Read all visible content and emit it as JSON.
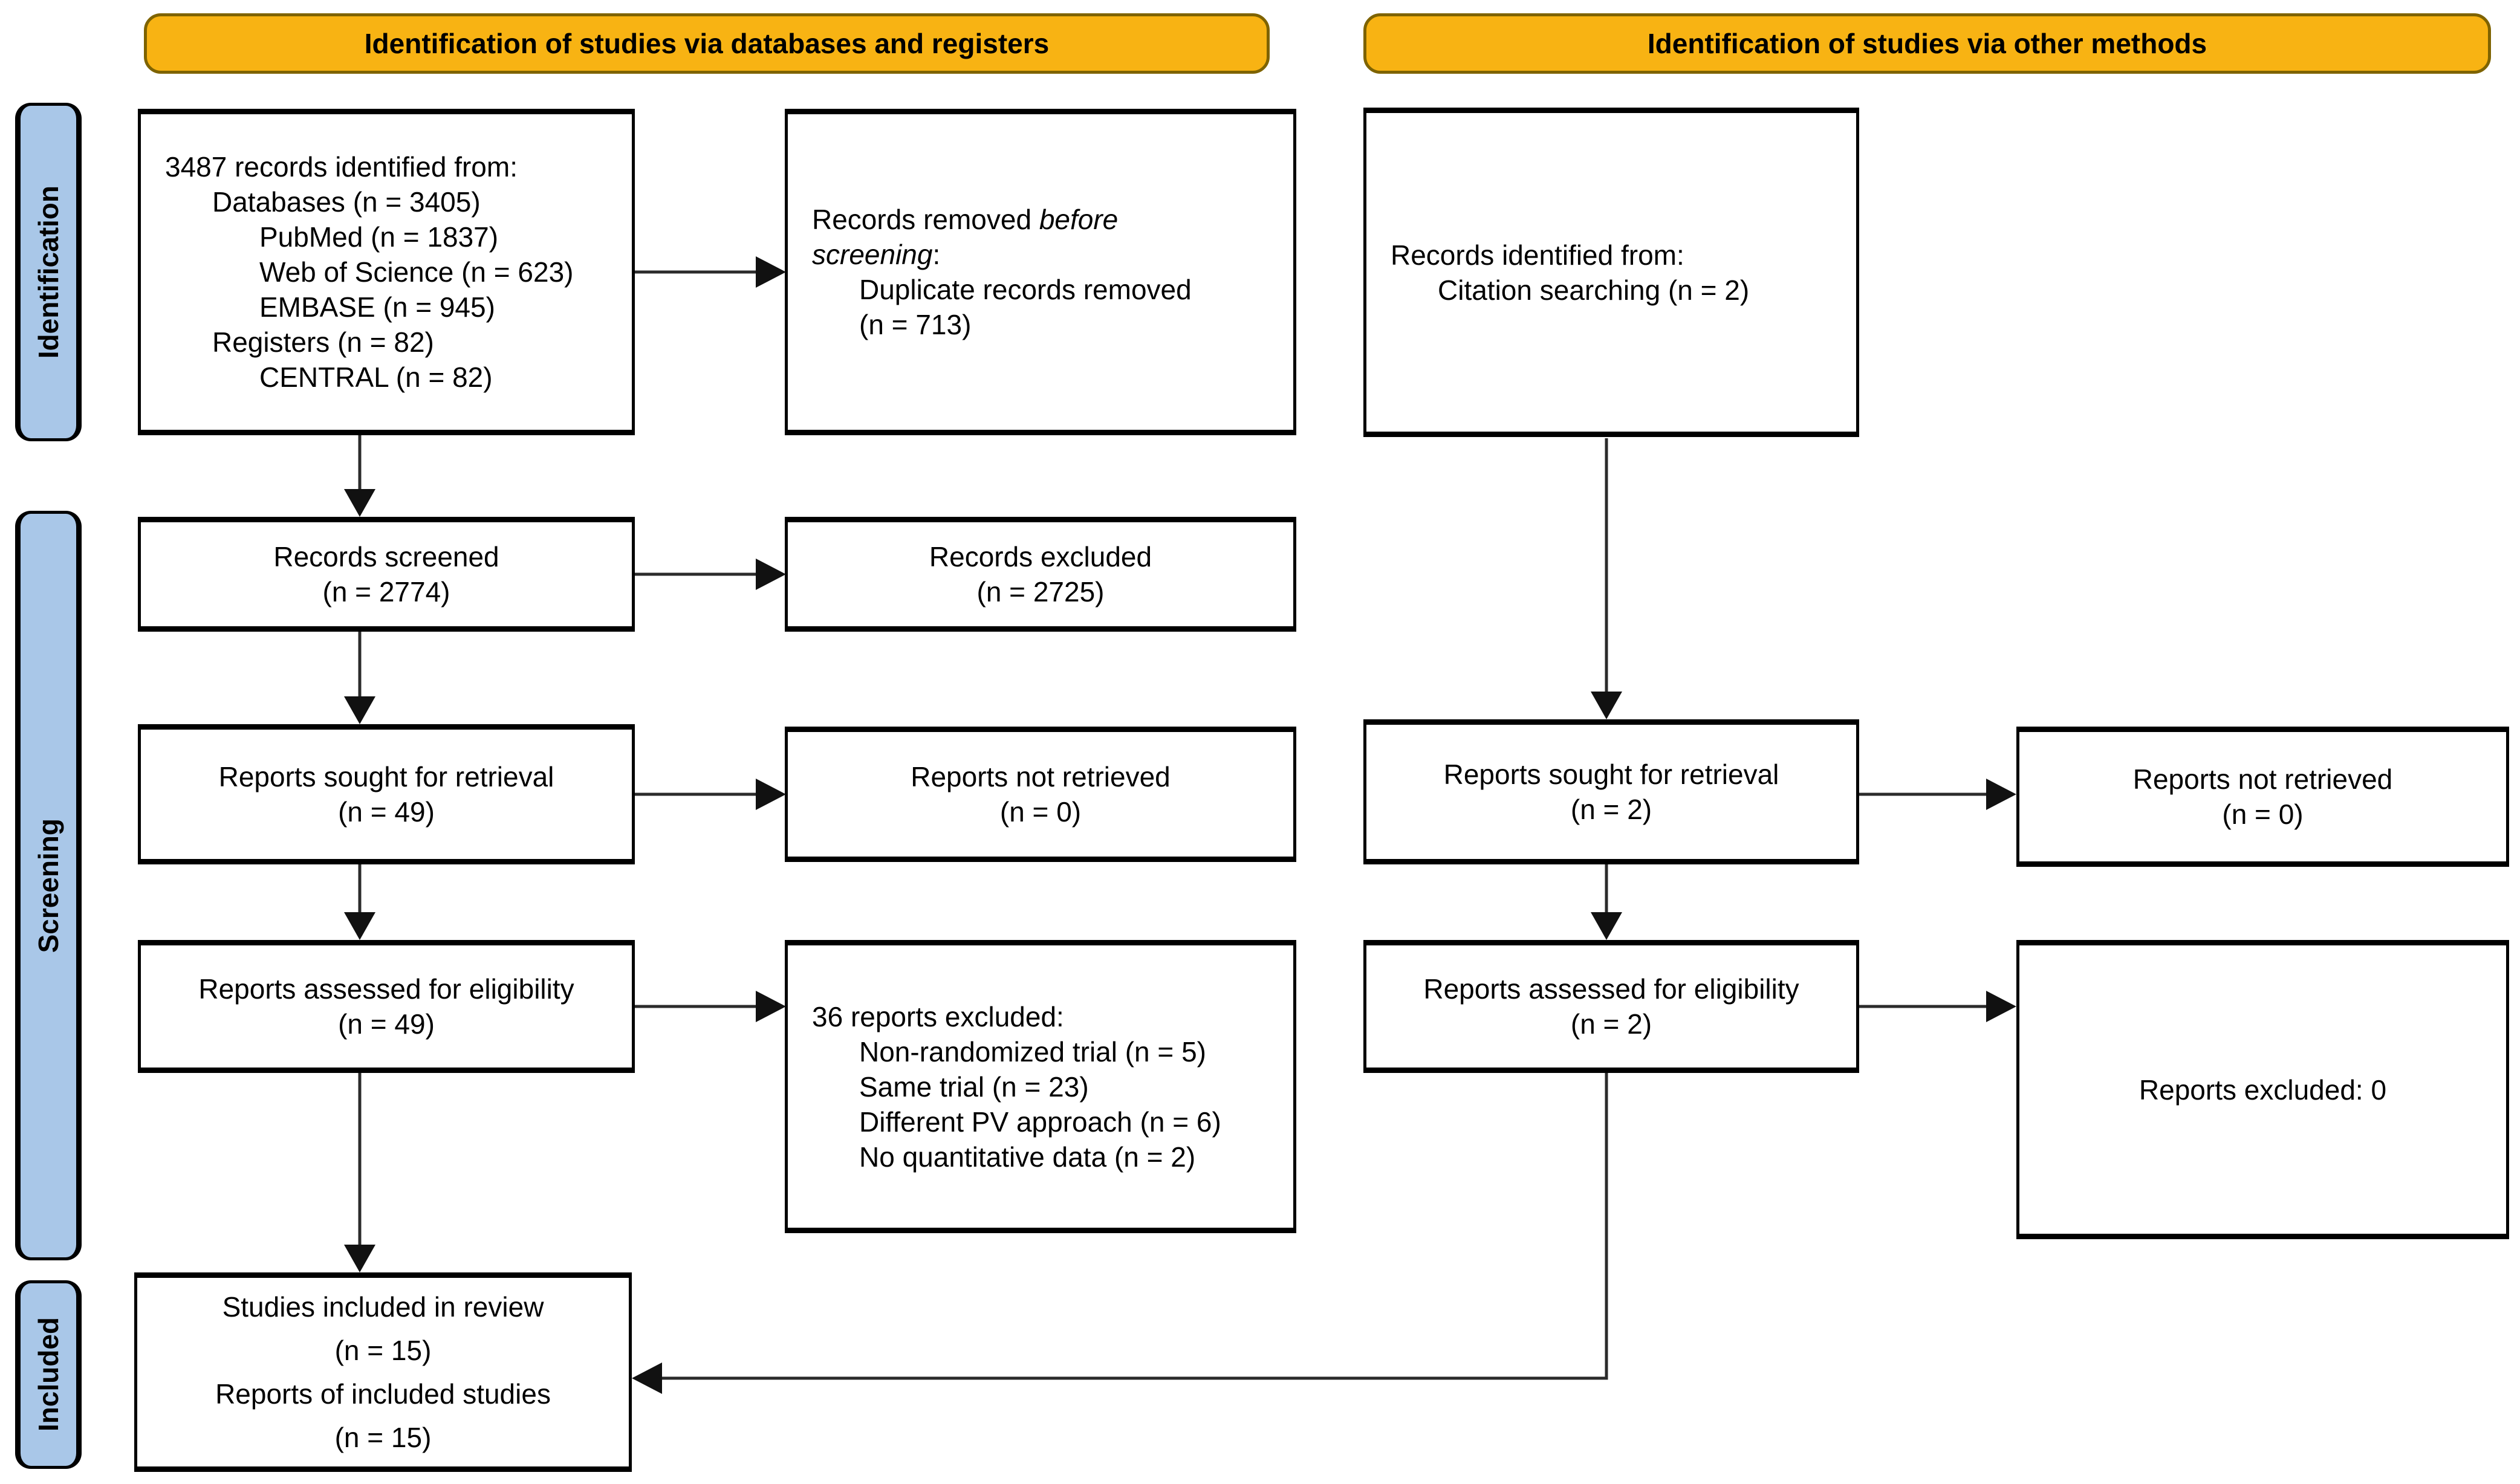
{
  "headers": {
    "left": "Identification of studies via databases and registers",
    "right": "Identification of studies via other methods"
  },
  "sidebar": {
    "identification": "Identification",
    "screening": "Screening",
    "included": "Included"
  },
  "colors": {
    "header_bg": "#F8B313",
    "header_border": "#7E6300",
    "sidebar_bg": "#A9C7E8",
    "box_border": "#000000",
    "arrow": "#2B2B2B"
  },
  "boxes": {
    "records_identified": {
      "lines": [
        {
          "indent": 0,
          "parts": [
            {
              "t": "3487 records identified from:"
            }
          ]
        },
        {
          "indent": 1,
          "parts": [
            {
              "t": "Databases (n = 3405)"
            }
          ]
        },
        {
          "indent": 2,
          "parts": [
            {
              "t": "PubMed (n = 1837)"
            }
          ]
        },
        {
          "indent": 2,
          "parts": [
            {
              "t": "Web of Science (n = 623)"
            }
          ]
        },
        {
          "indent": 2,
          "parts": [
            {
              "t": "EMBASE (n = 945)"
            }
          ]
        },
        {
          "indent": 1,
          "parts": [
            {
              "t": "Registers (n = 82)"
            }
          ]
        },
        {
          "indent": 2,
          "parts": [
            {
              "t": "CENTRAL (n = 82)"
            }
          ]
        }
      ]
    },
    "records_removed": {
      "lines": [
        {
          "indent": 0,
          "parts": [
            {
              "t": "Records removed "
            },
            {
              "t": "before",
              "i": true
            }
          ]
        },
        {
          "indent": 0,
          "parts": [
            {
              "t": "screening",
              "i": true
            },
            {
              "t": ":"
            }
          ]
        },
        {
          "indent": 1,
          "parts": [
            {
              "t": "Duplicate records removed"
            }
          ]
        },
        {
          "indent": 1,
          "parts": [
            {
              "t": "(n = 713)"
            }
          ]
        }
      ]
    },
    "records_screened": {
      "lines": [
        {
          "indent": 0,
          "parts": [
            {
              "t": "Records screened"
            }
          ]
        },
        {
          "indent": 0,
          "parts": [
            {
              "t": "(n = 2774)"
            }
          ]
        }
      ]
    },
    "records_excluded": {
      "lines": [
        {
          "indent": 0,
          "parts": [
            {
              "t": "Records excluded"
            }
          ]
        },
        {
          "indent": 0,
          "parts": [
            {
              "t": "(n = 2725)"
            }
          ]
        }
      ]
    },
    "reports_sought_db": {
      "lines": [
        {
          "indent": 0,
          "parts": [
            {
              "t": "Reports sought for retrieval"
            }
          ]
        },
        {
          "indent": 0,
          "parts": [
            {
              "t": "(n = 49)"
            }
          ]
        }
      ]
    },
    "reports_not_retrieved_db": {
      "lines": [
        {
          "indent": 0,
          "parts": [
            {
              "t": "Reports not retrieved"
            }
          ]
        },
        {
          "indent": 0,
          "parts": [
            {
              "t": "(n = 0)"
            }
          ]
        }
      ]
    },
    "reports_assessed_db": {
      "lines": [
        {
          "indent": 0,
          "parts": [
            {
              "t": "Reports assessed for eligibility"
            }
          ]
        },
        {
          "indent": 0,
          "parts": [
            {
              "t": "(n = 49)"
            }
          ]
        }
      ]
    },
    "reports_excluded_detail": {
      "lines": [
        {
          "indent": 0,
          "parts": [
            {
              "t": "36 reports excluded:"
            }
          ]
        },
        {
          "indent": 1,
          "parts": [
            {
              "t": "Non-randomized trial (n = 5)"
            }
          ]
        },
        {
          "indent": 1,
          "parts": [
            {
              "t": "Same trial (n = 23)"
            }
          ]
        },
        {
          "indent": 1,
          "parts": [
            {
              "t": "Different PV approach (n = 6)"
            }
          ]
        },
        {
          "indent": 1,
          "parts": [
            {
              "t": "No quantitative data (n = 2)"
            }
          ]
        }
      ]
    },
    "records_identified_other": {
      "lines": [
        {
          "indent": 0,
          "parts": [
            {
              "t": "Records identified from:"
            }
          ]
        },
        {
          "indent": 1,
          "parts": [
            {
              "t": "Citation searching (n = 2)"
            }
          ]
        }
      ]
    },
    "reports_sought_other": {
      "lines": [
        {
          "indent": 0,
          "parts": [
            {
              "t": "Reports sought for retrieval"
            }
          ]
        },
        {
          "indent": 0,
          "parts": [
            {
              "t": "(n = 2)"
            }
          ]
        }
      ]
    },
    "reports_not_retrieved_other": {
      "lines": [
        {
          "indent": 0,
          "parts": [
            {
              "t": "Reports not retrieved"
            }
          ]
        },
        {
          "indent": 0,
          "parts": [
            {
              "t": "(n = 0)"
            }
          ]
        }
      ]
    },
    "reports_assessed_other": {
      "lines": [
        {
          "indent": 0,
          "parts": [
            {
              "t": "Reports assessed for eligibility"
            }
          ]
        },
        {
          "indent": 0,
          "parts": [
            {
              "t": "(n = 2)"
            }
          ]
        }
      ]
    },
    "reports_excluded_other": {
      "lines": [
        {
          "indent": 0,
          "parts": [
            {
              "t": "Reports excluded: 0"
            }
          ]
        }
      ]
    },
    "included_studies": {
      "lines": [
        {
          "indent": 0,
          "parts": [
            {
              "t": "Studies included in review"
            }
          ]
        },
        {
          "indent": 0,
          "parts": [
            {
              "t": "(n = 15)"
            }
          ]
        },
        {
          "indent": 0,
          "parts": [
            {
              "t": "Reports of included studies"
            }
          ]
        },
        {
          "indent": 0,
          "parts": [
            {
              "t": "(n = 15)"
            }
          ]
        }
      ]
    }
  }
}
